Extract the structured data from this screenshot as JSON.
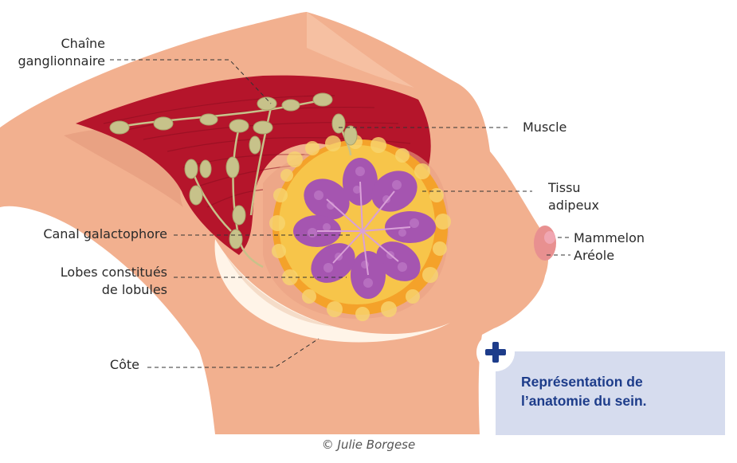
{
  "labels": {
    "lymph_chain_1": "Chaîne",
    "lymph_chain_2": "ganglionnaire",
    "muscle": "Muscle",
    "adipose_1": "Tissu",
    "adipose_2": "adipeux",
    "duct": "Canal galactophore",
    "lobes_1": "Lobes constitués",
    "lobes_2": "de lobules",
    "nipple": "Mammelon",
    "areola": "Aréole",
    "rib": "Côte"
  },
  "caption": {
    "line1": "Représentation de",
    "line2": "l’anatomie du sein."
  },
  "credit": "© Julie Borgese",
  "colors": {
    "skin": "#f2b08f",
    "skin_dark": "#e59878",
    "muscle": "#b5152b",
    "fat": "#f4a22a",
    "fat_light": "#f7c54a",
    "lobule": "#a555b0",
    "lymph_node": "#c7c28a",
    "rib": "#fff4e8",
    "caption_bg": "#d6dcee",
    "caption_text": "#1d3c8a",
    "plus": "#1d3c8a"
  },
  "icons": [
    "plus-icon"
  ]
}
